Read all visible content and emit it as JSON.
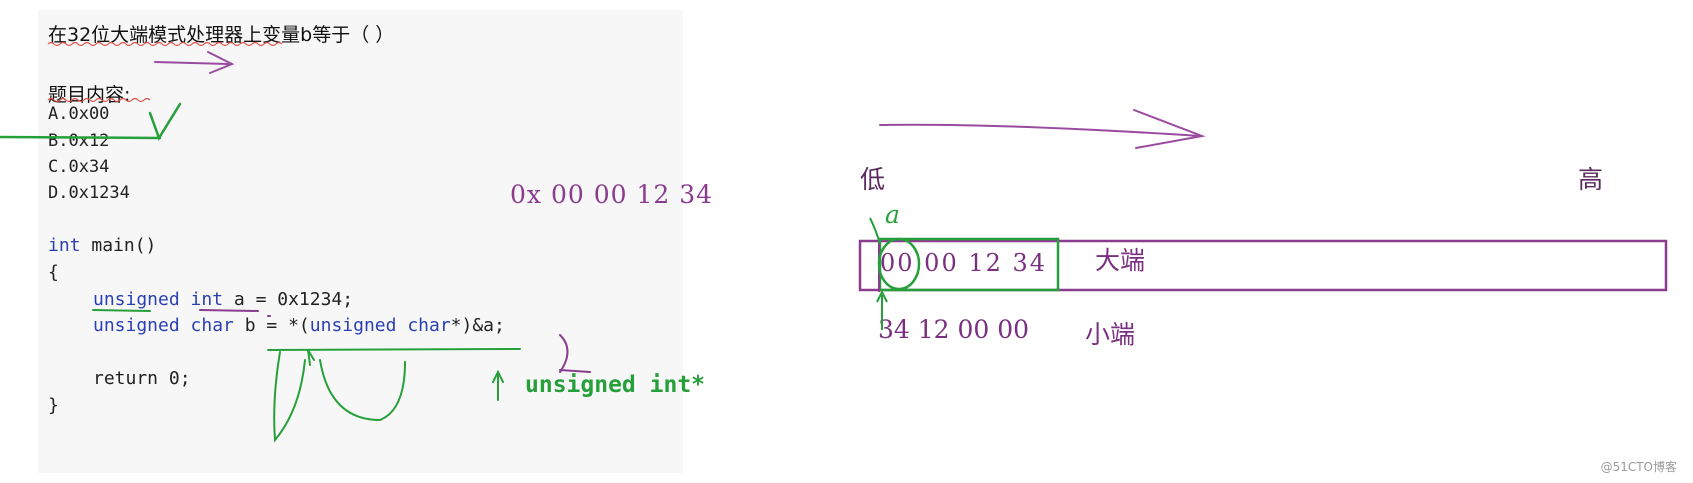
{
  "question": {
    "title": "在32位大端模式处理器上变量b等于（ ）",
    "subtitle": "题目内容:",
    "options": [
      "A.0x00",
      "B.0x12",
      "C.0x34",
      "D.0x1234"
    ]
  },
  "code": {
    "line1_kw": "int",
    "line1_rest": " main()",
    "line2": "{",
    "line3_kw1": "unsigned",
    "line3_kw2": "int",
    "line3_rest": " a = 0x1234;",
    "line4_kw1": "unsigned",
    "line4_kw2": "char",
    "line4_mid": " b = *(",
    "line4_kw3": "unsigned",
    "line4_kw4": "char",
    "line4_end": "*)&a;",
    "line5": "return 0;",
    "line6": "}"
  },
  "annotations": {
    "hex_value": "0x  00  00  12  34",
    "pointer_type": "unsigned int*",
    "low_label": "低",
    "high_label": "高",
    "var_a": "a",
    "big_endian_bytes": "00  00  12  34",
    "big_endian_label": "大端",
    "little_endian_bytes": "34  12  00  00",
    "little_endian_label": "小端"
  },
  "watermark": "@51CTO博客",
  "colors": {
    "purple": "#8a3d8f",
    "green": "#27a03b",
    "keyword_blue": "#2b3fb5"
  }
}
